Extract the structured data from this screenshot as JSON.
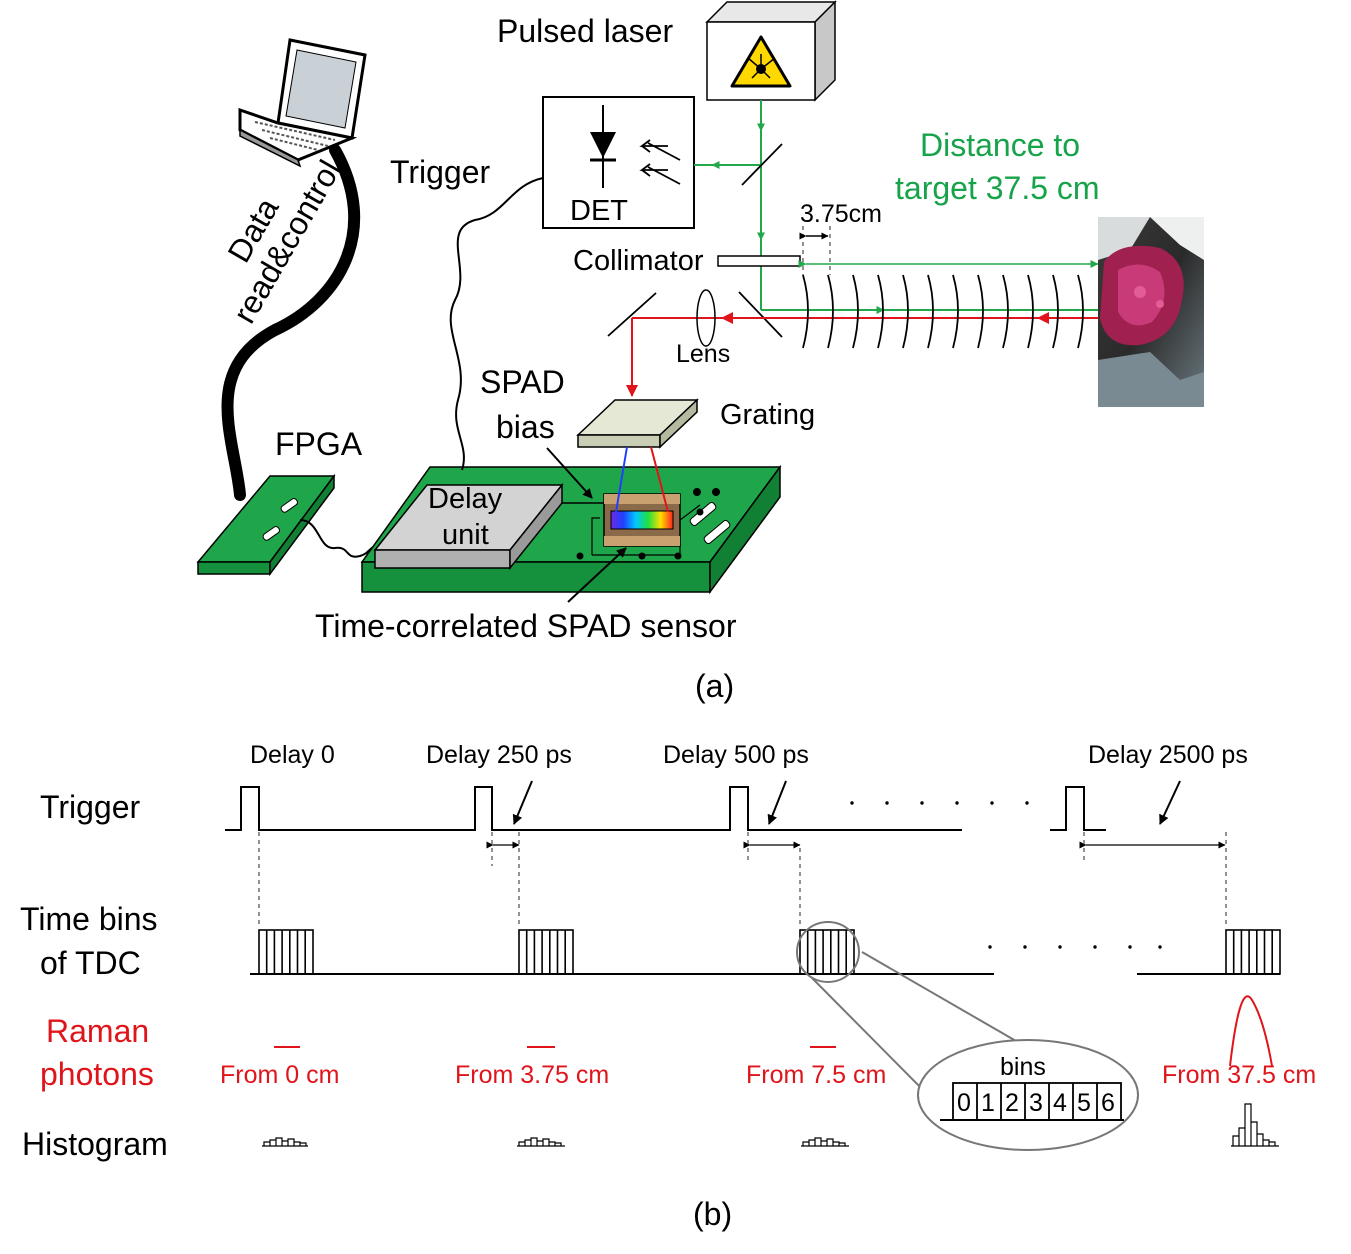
{
  "part_a": {
    "labels": {
      "pulsed_laser": "Pulsed laser",
      "trigger": "Trigger",
      "det": "DET",
      "distance_line1": "Distance to",
      "distance_line2": "target 37.5 cm",
      "step": "3.75cm",
      "collimator": "Collimator",
      "lens": "Lens",
      "grating": "Grating",
      "spad_bias_line1": "SPAD",
      "spad_bias_line2": "bias",
      "fpga": "FPGA",
      "delay_line1": "Delay",
      "delay_line2": "unit",
      "sensor": "Time-correlated SPAD sensor",
      "data_line1": "Data",
      "data_line2": "read&control"
    },
    "caption": "(a)",
    "icons": [
      "laptop-icon",
      "laser-warning-icon",
      "photodiode-icon"
    ],
    "colors": {
      "emission": "#22a84a",
      "return": "#e0141b",
      "board": "#1fa64a"
    }
  },
  "part_b": {
    "row_labels": {
      "trigger": "Trigger",
      "time_bins_line1": "Time bins",
      "time_bins_line2": "of TDC",
      "raman_line1": "Raman",
      "raman_line2": "photons",
      "histogram": "Histogram"
    },
    "delays": [
      "Delay 0",
      "Delay 250 ps",
      "Delay 500 ps",
      "Delay 2500 ps"
    ],
    "sources": [
      "From 0 cm",
      "From 3.75 cm",
      "From 7.5 cm",
      "From 37.5 cm"
    ],
    "bins_title": "bins",
    "bin_numbers": [
      "0",
      "1",
      "2",
      "3",
      "4",
      "5",
      "6"
    ],
    "caption": "(b)"
  }
}
